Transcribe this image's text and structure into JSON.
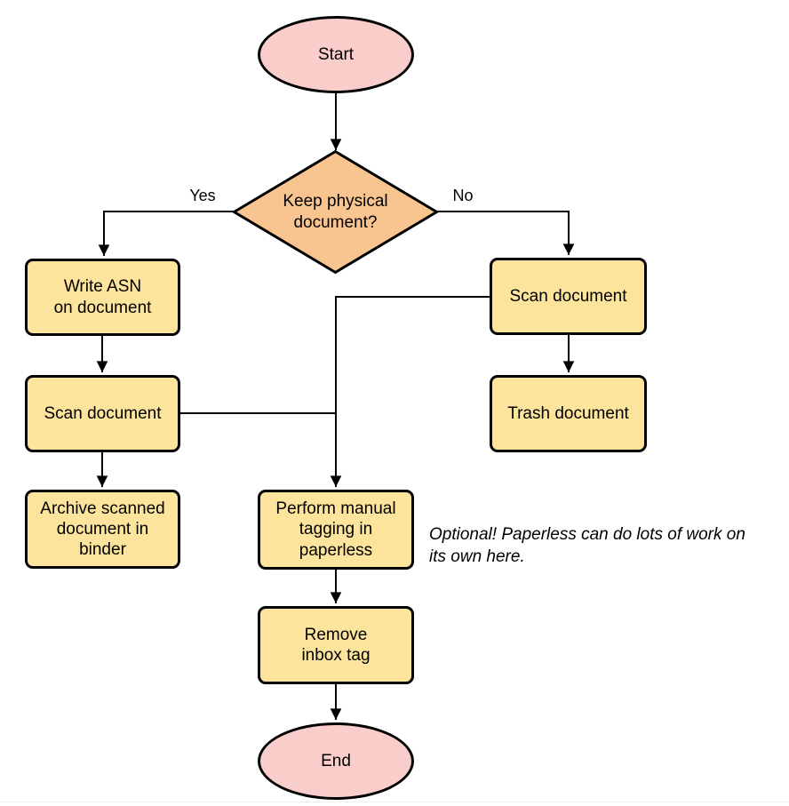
{
  "colors": {
    "canvas-bg": "#ffffff",
    "terminal-fill": "#f9cdca",
    "decision-fill": "#f8c490",
    "process-fill": "#fde49c",
    "node-border": "#000000",
    "edge-color": "#000000",
    "text-color": "#000000",
    "footer-line": "#f0efe7"
  },
  "nodes": {
    "start": {
      "label": "Start"
    },
    "decision": {
      "label": "Keep physical\ndocument?"
    },
    "write_asn": {
      "label": "Write ASN\non document"
    },
    "scan_left": {
      "label": "Scan document"
    },
    "archive": {
      "label": "Archive scanned\ndocument in\nbinder"
    },
    "scan_right": {
      "label": "Scan document"
    },
    "trash": {
      "label": "Trash document"
    },
    "tagging": {
      "label": "Perform manual\ntagging in\npaperless"
    },
    "remove_inbox": {
      "label": "Remove\ninbox tag"
    },
    "end": {
      "label": "End"
    }
  },
  "edge_labels": {
    "yes": "Yes",
    "no": "No"
  },
  "annotation": "Optional! Paperless can do lots of work on\nits own here."
}
